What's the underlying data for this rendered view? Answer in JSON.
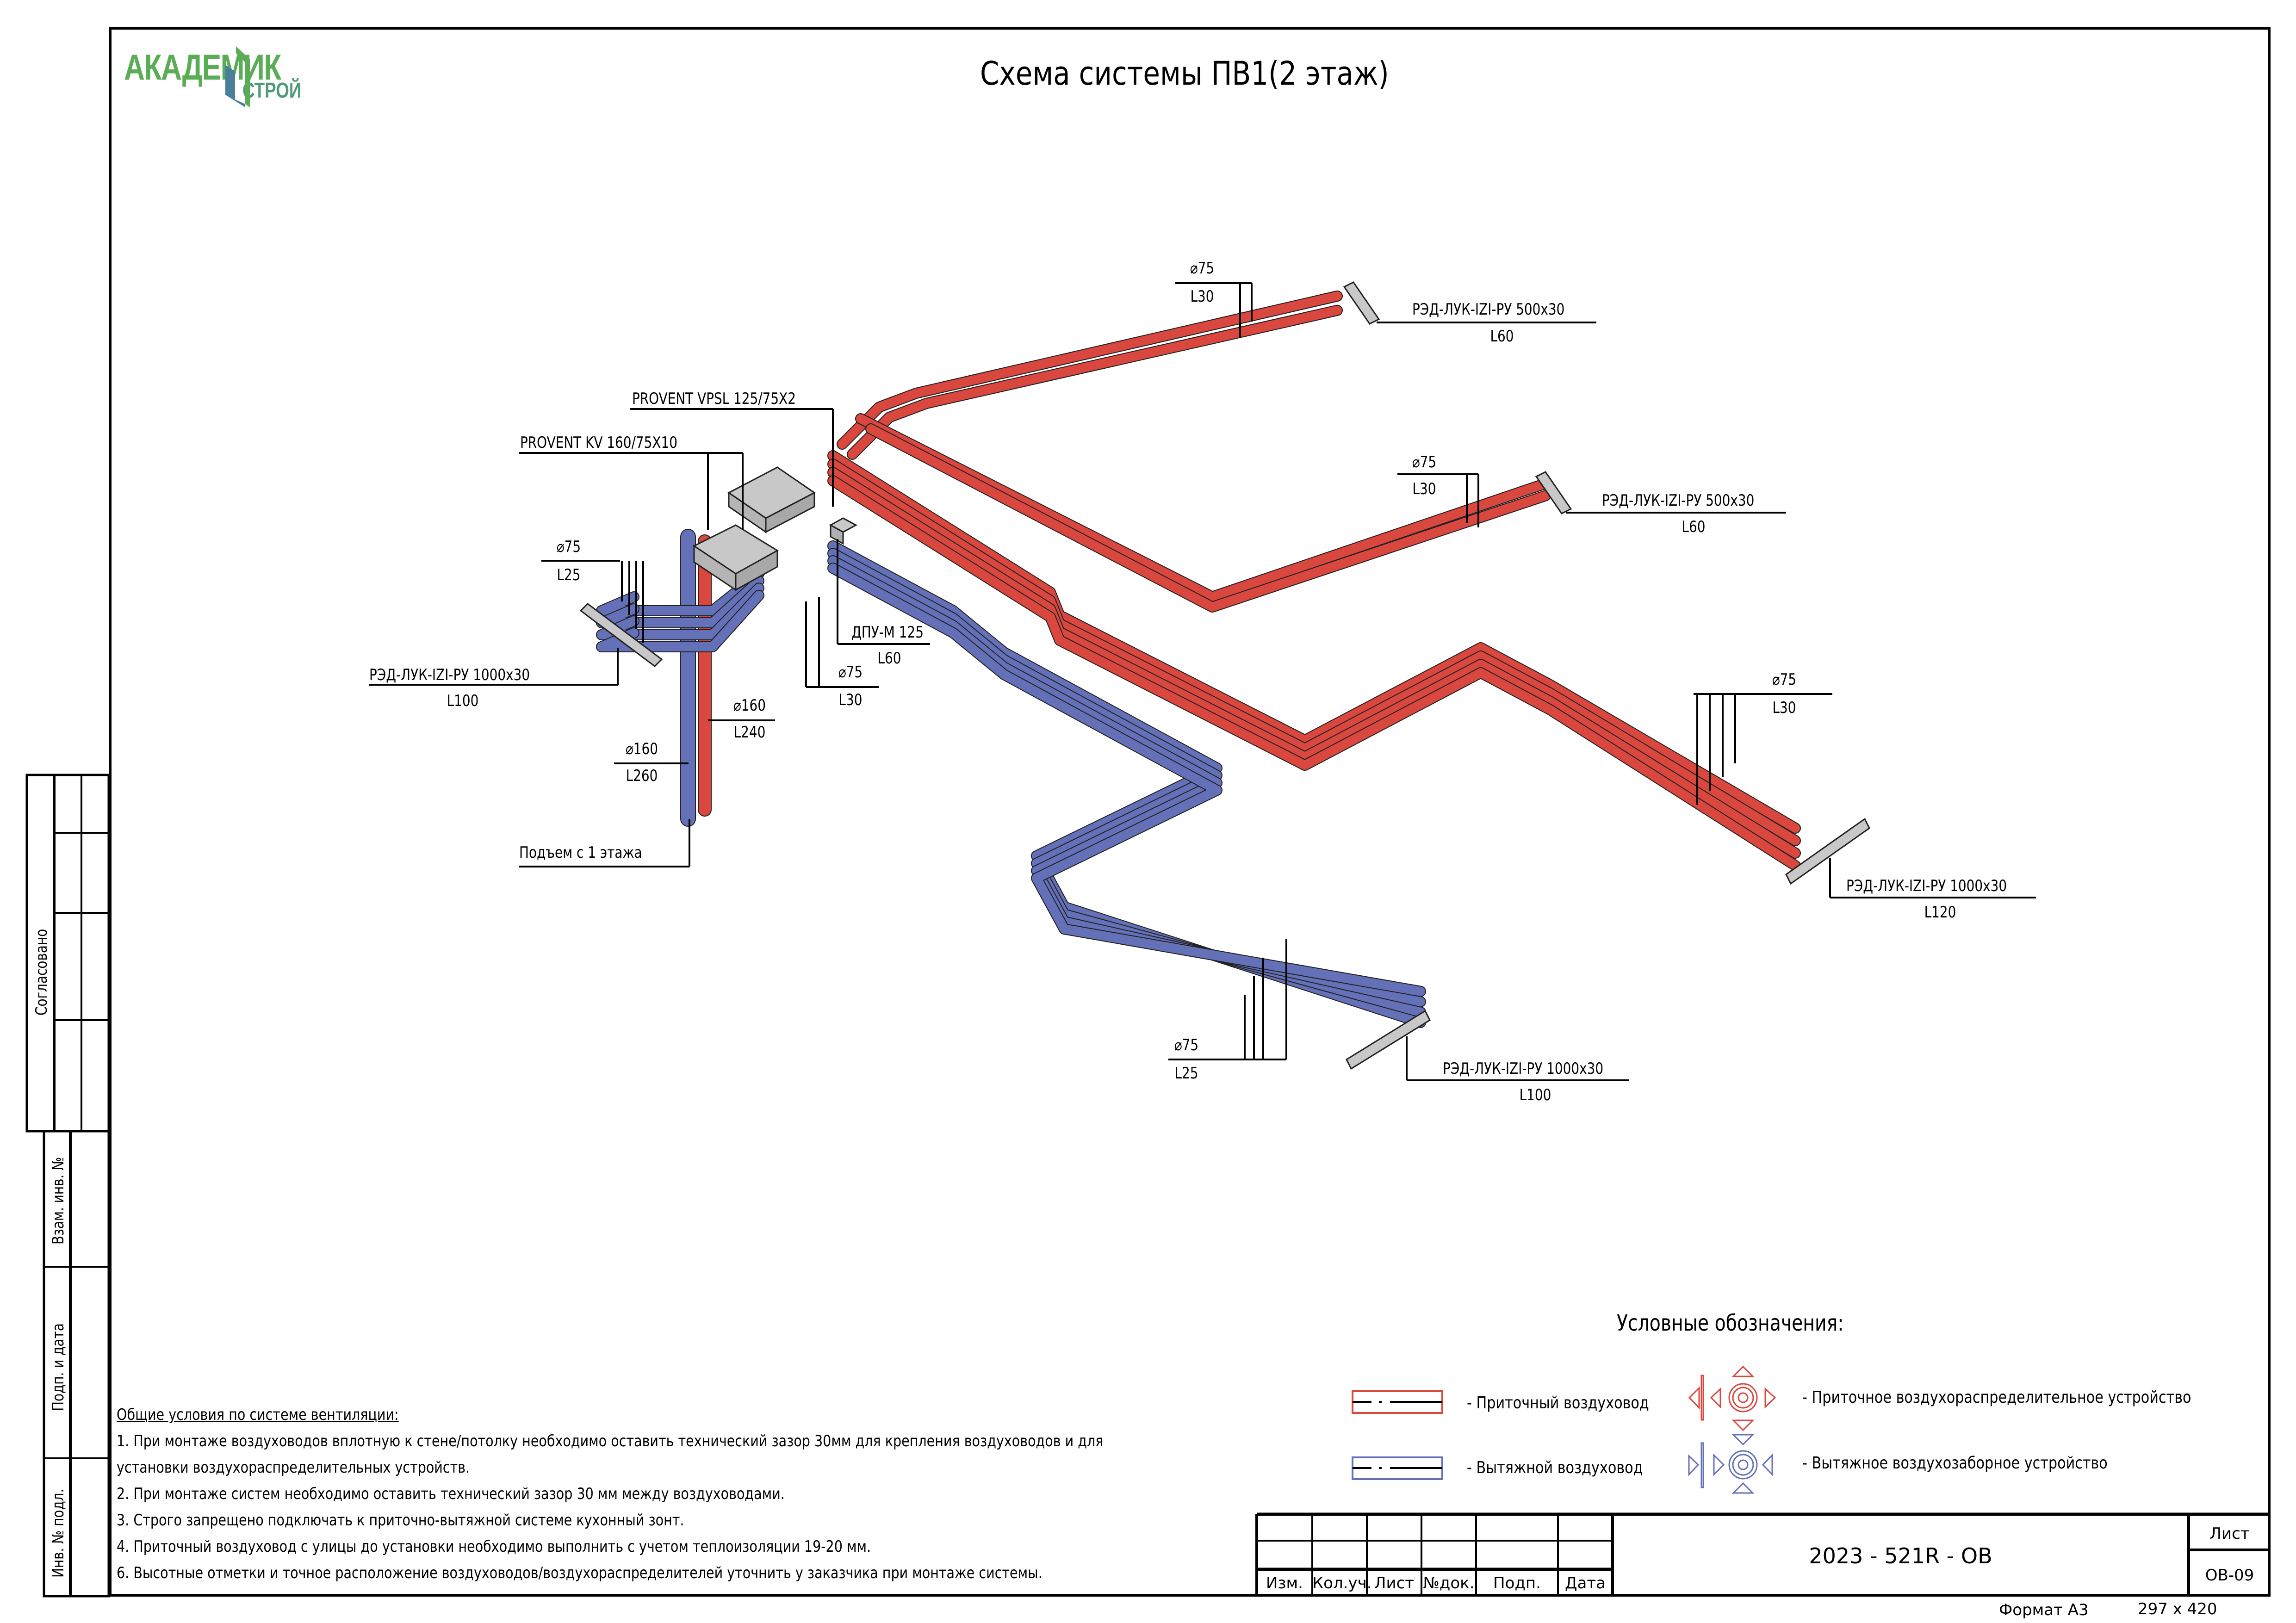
{
  "header": {
    "logo": {
      "main": "АКАДЕМИК",
      "sub": "СТРОЙ"
    },
    "title": "Схема системы ПВ1(2 этаж)"
  },
  "colors": {
    "supply": "#d9473f",
    "exhaust": "#6470b8",
    "device": "#c8c8c8",
    "logo_green": "#5aac55",
    "logo_blue": "#4a7f9a"
  },
  "equipment": [
    {
      "id": "vpsl",
      "label": "PROVENT VPSL 125/75X2"
    },
    {
      "id": "kv",
      "label": "PROVENT KV 160/75X10"
    },
    {
      "id": "dpu",
      "label": "ДПУ-М 125",
      "length": "L60"
    }
  ],
  "terminals": [
    {
      "id": "t1",
      "name": "РЭД-ЛУК-IZI-РУ 500х30",
      "length": "L60",
      "duct_dia": "⌀75",
      "duct_len": "L30",
      "system": "supply"
    },
    {
      "id": "t2",
      "name": "РЭД-ЛУК-IZI-РУ 500х30",
      "length": "L60",
      "duct_dia": "⌀75",
      "duct_len": "L30",
      "system": "supply"
    },
    {
      "id": "t3",
      "name": "РЭД-ЛУК-IZI-РУ 1000х30",
      "length": "L120",
      "duct_dia": "⌀75",
      "duct_len": "L30",
      "system": "supply"
    },
    {
      "id": "t4",
      "name": "РЭД-ЛУК-IZI-РУ 1000х30",
      "length": "L100",
      "duct_dia": "⌀75",
      "duct_len": "L25",
      "system": "exhaust"
    },
    {
      "id": "t5",
      "name": "РЭД-ЛУК-IZI-РУ 1000х30",
      "length": "L100",
      "duct_dia": "⌀75",
      "duct_len": "L25",
      "system": "exhaust"
    }
  ],
  "risers": [
    {
      "id": "r-supply",
      "dia": "⌀160",
      "len": "L240"
    },
    {
      "id": "r-exhaust",
      "dia": "⌀160",
      "len": "L260"
    },
    {
      "id": "r-dpu",
      "dia": "⌀75",
      "len": "L30"
    }
  ],
  "riser_note": "Подъем с 1 этажа",
  "notes": {
    "heading": "Общие условия по системе вентиляции:",
    "lines": [
      "1. При монтаже воздуховодов вплотную к стене/потолку необходимо оставить технический зазор 30мм для крепления воздуховодов и для",
      "установки воздухораспределительных устройств.",
      "2. При монтаже систем необходимо оставить технический зазор 30 мм между воздуховодами.",
      "3. Строго запрещено подключать к приточно-вытяжной системе кухонный зонт.",
      "4. Приточный воздуховод с улицы до установки необходимо выполнить с учетом теплоизоляции 19-20 мм.",
      "6. Высотные отметки и точное расположение воздуховодов/воздухораспределителей уточнить у заказчика при монтаже системы."
    ]
  },
  "legend": {
    "title": "Условные обозначения:",
    "items": [
      {
        "symbol": "supply-duct-icon",
        "text": "- Приточный воздуховод"
      },
      {
        "symbol": "exhaust-duct-icon",
        "text": "- Вытяжной воздуховод"
      },
      {
        "symbol": "supply-diffuser-icon",
        "text": "- Приточное воздухораспределительное устройство"
      },
      {
        "symbol": "exhaust-grille-icon",
        "text": "- Вытяжное воздухозаборное устройство"
      }
    ]
  },
  "title_block": {
    "columns": [
      "Изм.",
      "Кол.уч.",
      "Лист",
      "№док.",
      "Подп.",
      "Дата"
    ],
    "doc_code": "2023 - 521R - ОВ",
    "sheet_label": "Лист",
    "sheet_value": "ОВ-09",
    "format": "Формат А3",
    "size": "297 х 420"
  },
  "side_stamp": {
    "approved": "Согласовано",
    "fields": [
      "Взам. инв. №",
      "Подп. и дата",
      "Инв. № подл."
    ]
  }
}
